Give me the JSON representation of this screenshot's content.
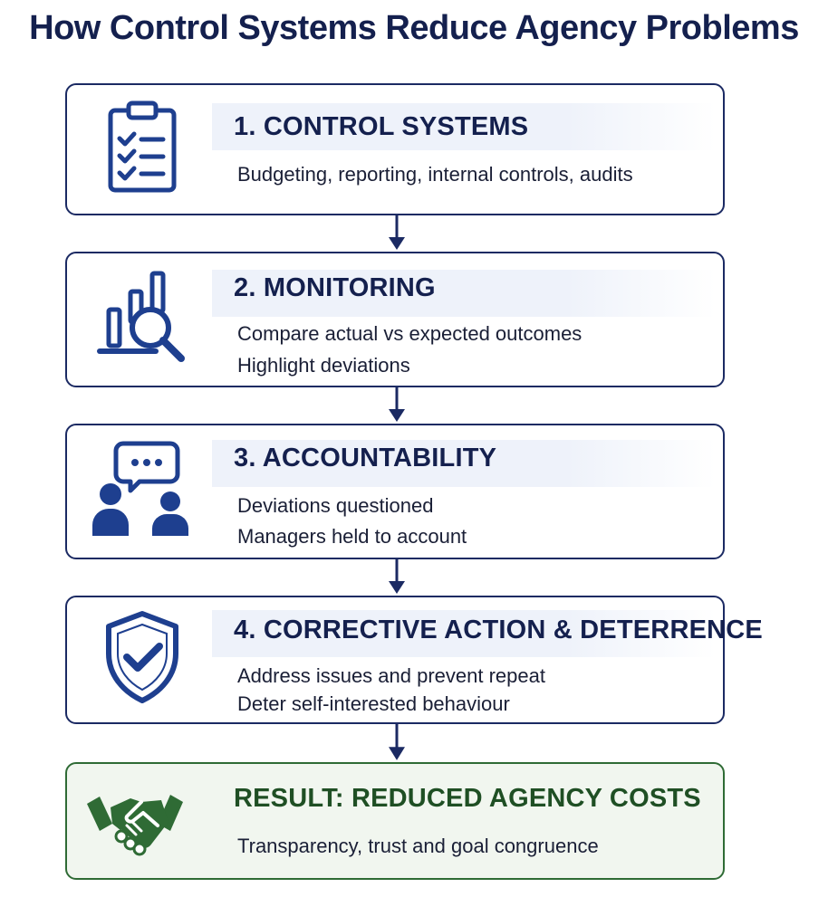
{
  "title": "How Control Systems Reduce Agency Problems",
  "colors": {
    "navy": "#1b2a63",
    "icon_blue": "#1e3f8f",
    "green": "#2f6b35",
    "result_bg": "#f1f6ef"
  },
  "steps": [
    {
      "icon": "clipboard-checklist-icon",
      "heading": "1. CONTROL SYSTEMS",
      "lines": [
        "Budgeting, reporting, internal controls, audits"
      ]
    },
    {
      "icon": "chart-magnifier-icon",
      "heading": "2. MONITORING",
      "lines": [
        "Compare actual vs expected outcomes",
        "Highlight deviations"
      ]
    },
    {
      "icon": "people-speech-icon",
      "heading": "3. ACCOUNTABILITY",
      "lines": [
        "Deviations questioned",
        "Managers held to account"
      ]
    },
    {
      "icon": "shield-check-icon",
      "heading": "4. CORRECTIVE ACTION & DETERRENCE",
      "lines": [
        "Address issues and prevent repeat",
        "Deter self-interested behaviour"
      ]
    }
  ],
  "result": {
    "icon": "handshake-icon",
    "heading": "RESULT: REDUCED AGENCY COSTS",
    "lines": [
      "Transparency, trust and goal congruence"
    ]
  }
}
